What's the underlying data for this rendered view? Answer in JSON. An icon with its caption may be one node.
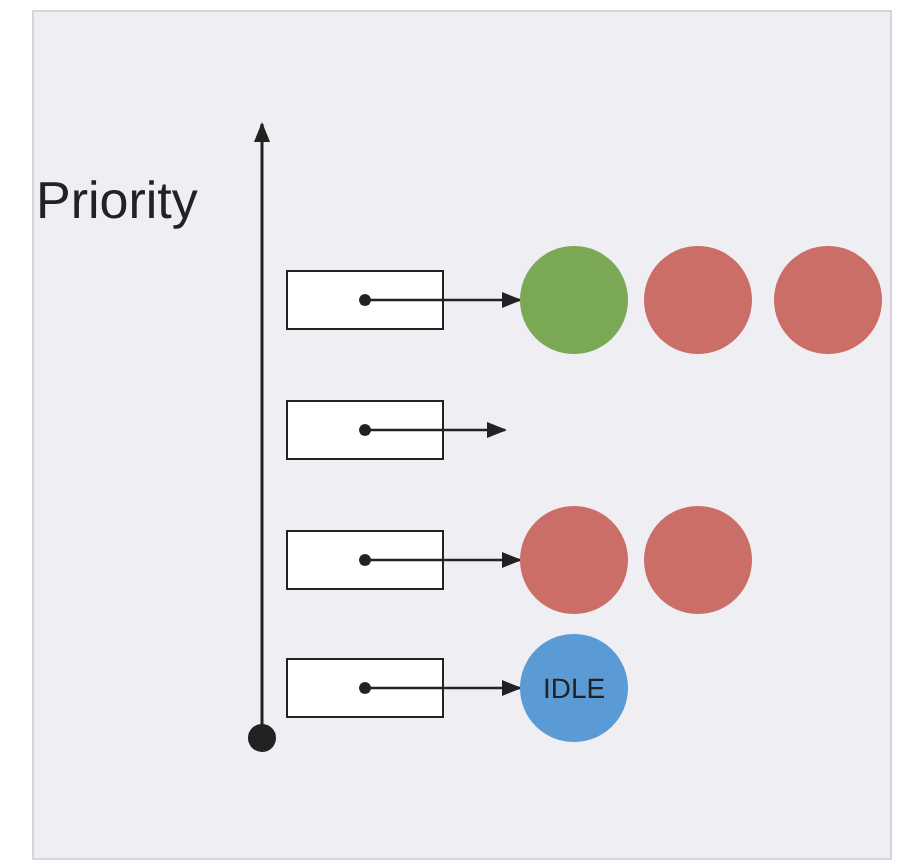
{
  "diagram": {
    "nodes": [
      {
        "text": [],
        "shape": "box"
      },
      {
        "text": [],
        "shape": "circle"
      },
      {
        "text": [],
        "shape": "circle"
      },
      {
        "text": [],
        "shape": "circle"
      },
      {
        "text": [],
        "shape": "box"
      },
      {
        "text": [],
        "shape": "box"
      },
      {
        "text": [],
        "shape": "circle"
      },
      {
        "text": [],
        "shape": "circle"
      },
      {
        "text": [],
        "shape": "box"
      },
      {
        "text": [
          "IDLE"
        ]
      }
    ],
    "edges": [
      {
        "from": 0,
        "to": 1,
        "arrow": "to"
      },
      {
        "from": 4,
        "to": null,
        "arrow": "to"
      },
      {
        "from": 5,
        "to": 6,
        "arrow": "to"
      },
      {
        "from": 8,
        "to": 9,
        "arrow": "to"
      }
    ],
    "labels": [
      "Priority"
    ]
  }
}
